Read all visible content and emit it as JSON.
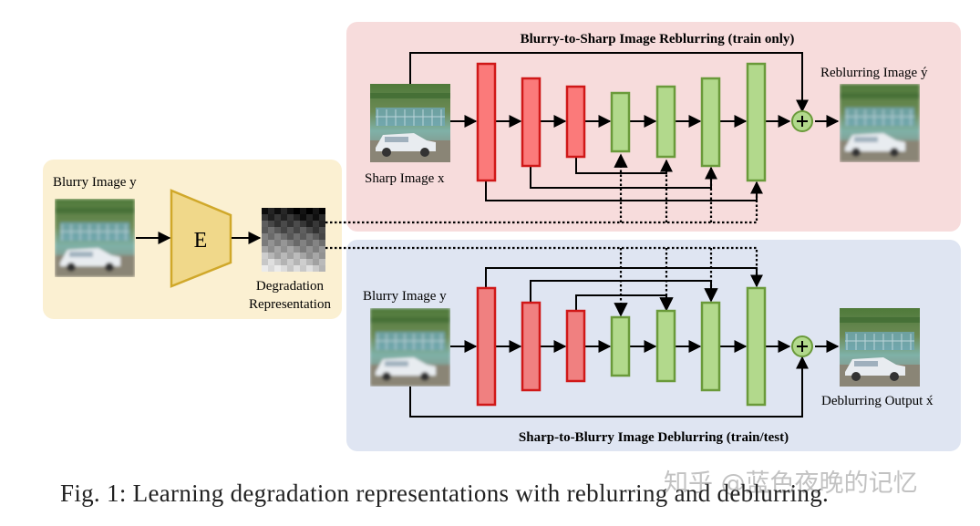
{
  "top_panel": {
    "title": "Blurry-to-Sharp Image Reblurring (train only)",
    "input_label": "Sharp Image x",
    "output_label": "Reblurring Image ý"
  },
  "bottom_panel": {
    "title": "Sharp-to-Blurry Image Deblurring (train/test)",
    "input_label": "Blurry Image y",
    "output_label": "Deblurring Output x́"
  },
  "encoder_panel": {
    "input_label": "Blurry Image y",
    "encoder_letter": "E",
    "representation_label_line1": "Degradation",
    "representation_label_line2": "Representation"
  },
  "caption": "Fig. 1: Learning degradation representations with reblurring and deblurring.",
  "watermark": "知乎 @蓝色夜晚的记忆",
  "colors": {
    "top_panel_bg": "#f7dcdc",
    "bottom_panel_bg": "#dfe5f2",
    "encoder_panel_bg": "#fbf0d2",
    "encoder_fill": "#f0d88a",
    "encoder_stroke": "#d0a82a",
    "red_block_top": "#fb7a7a",
    "red_block_bottom": "#f08080",
    "red_stroke": "#d01818",
    "green_block": "#b2d98c",
    "green_stroke": "#6a9a3a",
    "sum_node": "#b2d98c"
  },
  "icons": [
    "plus-node-icon",
    "arrow-icon"
  ]
}
